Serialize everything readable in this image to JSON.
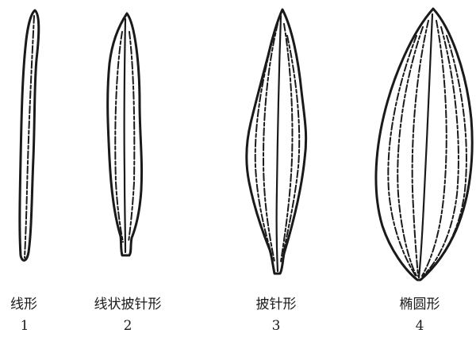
{
  "leaves": [
    {
      "name": "线形",
      "number": "1"
    },
    {
      "name": "线状披针形",
      "number": "2"
    },
    {
      "name": "披针形",
      "number": "3"
    },
    {
      "name": "椭圆形",
      "number": "4"
    }
  ]
}
